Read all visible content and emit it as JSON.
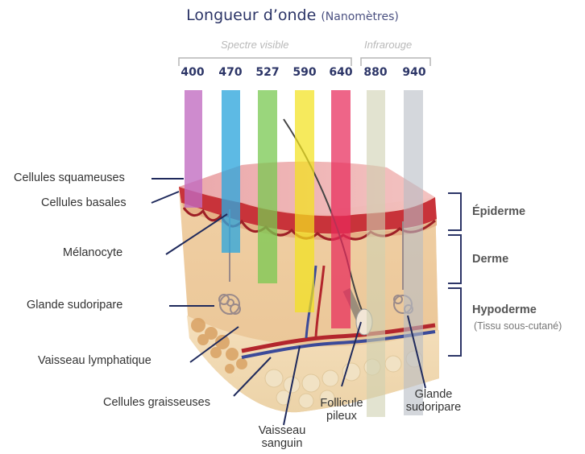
{
  "title": {
    "main": "Longueur d’onde",
    "sub": "(Nanomètres)"
  },
  "spectrum": {
    "visible_label": "Spectre visible",
    "infrared_label": "Infrarouge"
  },
  "wavelengths": [
    {
      "value": "400",
      "color": "#c06ac0"
    },
    {
      "value": "470",
      "color": "#2fa6dc"
    },
    {
      "value": "527",
      "color": "#78c850"
    },
    {
      "value": "590",
      "color": "#f2e21e"
    },
    {
      "value": "640",
      "color": "#e8295a"
    },
    {
      "value": "880",
      "color": "#cfd0b0"
    },
    {
      "value": "940",
      "color": "#b8bcc4"
    }
  ],
  "left_labels": {
    "squamous": "Cellules squameuses",
    "basal": "Cellules basales",
    "melanocyte": "Mélanocyte",
    "sweat_gland": "Glande sudoripare",
    "lymphatic": "Vaisseau lymphatique",
    "fat_cells": "Cellules graisseuses"
  },
  "bottom_labels": {
    "blood_vessel": [
      "Vaisseau",
      "sanguin"
    ],
    "hair_follicle": [
      "Follicule",
      "pileux"
    ],
    "sweat_gland": [
      "Glande",
      "sudoripare"
    ]
  },
  "layers": {
    "epidermis": "Épiderme",
    "dermis": "Derme",
    "hypodermis": "Hypoderme",
    "hypodermis_note": "(Tissu sous-cutané)"
  },
  "colors": {
    "title": "#2c3567",
    "bracket": "#2c3567",
    "leader": "#1f2a5c"
  }
}
